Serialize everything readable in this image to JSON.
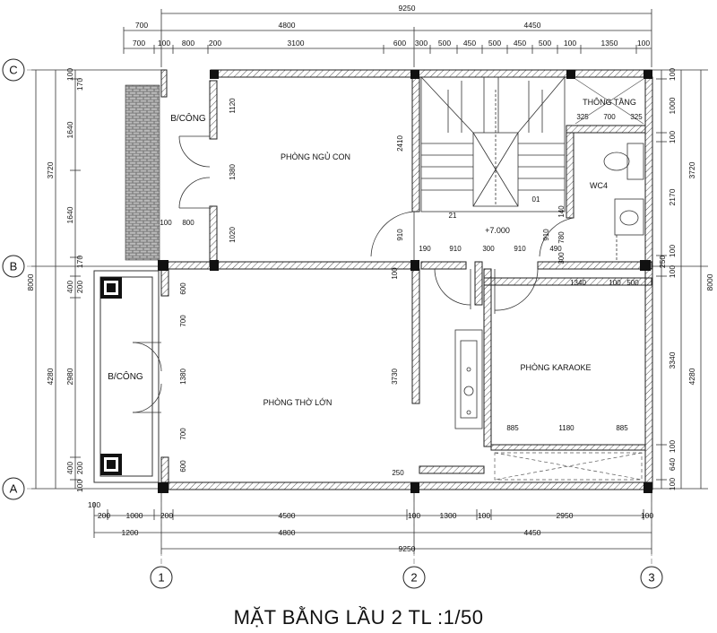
{
  "title": "MẶT BẰNG LẦU 2 TL :1/50",
  "grid": {
    "columns": [
      "1",
      "2",
      "3"
    ],
    "rows": [
      "C",
      "B",
      "A"
    ]
  },
  "rooms": {
    "bedroom": "PHÒNG NGỦ CON",
    "worship": "PHÒNG THỜ LỚN",
    "karaoke": "PHÒNG KARAOKE",
    "wc": "WC4",
    "shaft": "THÔNG TẦNG",
    "balcony_top": "B/CÔNG",
    "balcony_left": "B/CÔNG"
  },
  "annotations": {
    "level": "+7.000",
    "stair_start": "01",
    "stair_end": "21"
  },
  "dims_top": {
    "overall": "9250",
    "row2": [
      "700",
      "4800",
      "4450"
    ],
    "row3": [
      "700",
      "100",
      "800",
      "200",
      "3100",
      "600",
      "300",
      "500",
      "450",
      "500",
      "450",
      "500",
      "100",
      "1350",
      "100"
    ]
  },
  "dims_bottom": {
    "row1": [
      "100",
      "200",
      "1000",
      "200",
      "4500",
      "100",
      "1300",
      "100",
      "2950",
      "100"
    ],
    "row2": [
      "1200",
      "4800",
      "4450"
    ],
    "overall": "9250"
  },
  "dims_left": {
    "overall": "8000",
    "upper": [
      "3720",
      "4280"
    ],
    "detail": [
      "100",
      "170",
      "1640",
      "1640",
      "170",
      "400",
      "200",
      "2980",
      "400",
      "200",
      "100"
    ]
  },
  "dims_right": {
    "overall": "8000",
    "upper": [
      "3720",
      "4280"
    ],
    "detail": [
      "100",
      "1000",
      "100",
      "2170",
      "100",
      "250",
      "100",
      "3340",
      "100",
      "640",
      "100"
    ]
  },
  "inner_dims": {
    "balcony_top": [
      "1120",
      "1380",
      "1020",
      "100",
      "800"
    ],
    "bedroom_right": "2410",
    "stair_landing": [
      "910",
      "910",
      "140",
      "780"
    ],
    "corridor": [
      "190",
      "910",
      "300",
      "910",
      "490",
      "300"
    ],
    "shaft": [
      "325",
      "700",
      "325"
    ],
    "worship_left": [
      "600",
      "700",
      "1380",
      "700",
      "600"
    ],
    "worship_right": [
      "3730",
      "100",
      "250"
    ],
    "karaoke_top": [
      "1340",
      "100",
      "500"
    ],
    "karaoke_bottom": [
      "885",
      "1180",
      "885"
    ]
  },
  "colors": {
    "line": "#222222",
    "column": "#111111",
    "hatch": "#555555"
  }
}
